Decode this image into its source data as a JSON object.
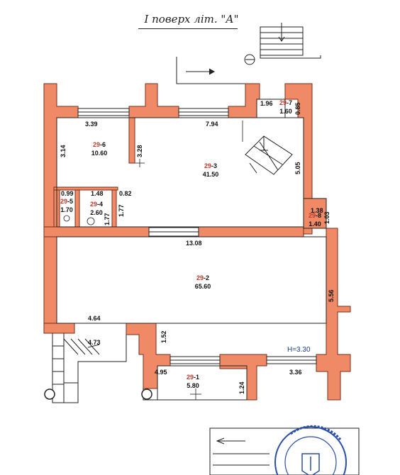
{
  "title": "І поверх літ. \"А\"",
  "rooms": [
    {
      "id": "r6",
      "prefix": "29",
      "suffix": "-6",
      "area": "10.60"
    },
    {
      "id": "r3",
      "prefix": "29",
      "suffix": "-3",
      "area": "41.50"
    },
    {
      "id": "r5",
      "prefix": "29",
      "suffix": "-5",
      "area": "1.70"
    },
    {
      "id": "r4",
      "prefix": "29",
      "suffix": "-4",
      "area": "2.60"
    },
    {
      "id": "r7",
      "prefix": "29",
      "suffix": "-7",
      "area": "1.60"
    },
    {
      "id": "r8",
      "prefix": "29",
      "suffix": "-8",
      "area": "1.40"
    },
    {
      "id": "r2",
      "prefix": "29",
      "suffix": "-2",
      "area": "65.60"
    },
    {
      "id": "r1",
      "prefix": "29",
      "suffix": "-1",
      "area": "5.80"
    }
  ],
  "dimensions": {
    "d339": "3.39",
    "d794": "7.94",
    "d196": "1.96",
    "d085": "0.85",
    "d314": "3.14",
    "d328": "3.28",
    "d505": "5.05",
    "d099": "0.99",
    "d148": "1.48",
    "d082": "0.82",
    "d177a": "1.77",
    "d177b": "1.77",
    "d138": "1.38",
    "d103": "1.03",
    "d1308": "13.08",
    "d556": "5.56",
    "d464": "4.64",
    "d473": "4.73",
    "d152": "1.52",
    "d495": "4.95",
    "d124": "1.24",
    "d336": "3.36"
  },
  "height_label": "H=3.30",
  "colors": {
    "wall": "#f08a66",
    "wall_stroke": "#7a2e1a",
    "stamp": "#2b4fa6",
    "room_number": "#c0392b"
  }
}
